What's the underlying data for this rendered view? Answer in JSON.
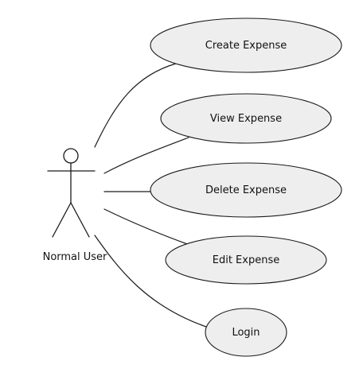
{
  "diagram": {
    "actor": {
      "label": "Normal User"
    },
    "use_cases": [
      {
        "label": "Create Expense"
      },
      {
        "label": "View Expense"
      },
      {
        "label": "Delete Expense"
      },
      {
        "label": "Edit Expense"
      },
      {
        "label": "Login"
      }
    ]
  }
}
